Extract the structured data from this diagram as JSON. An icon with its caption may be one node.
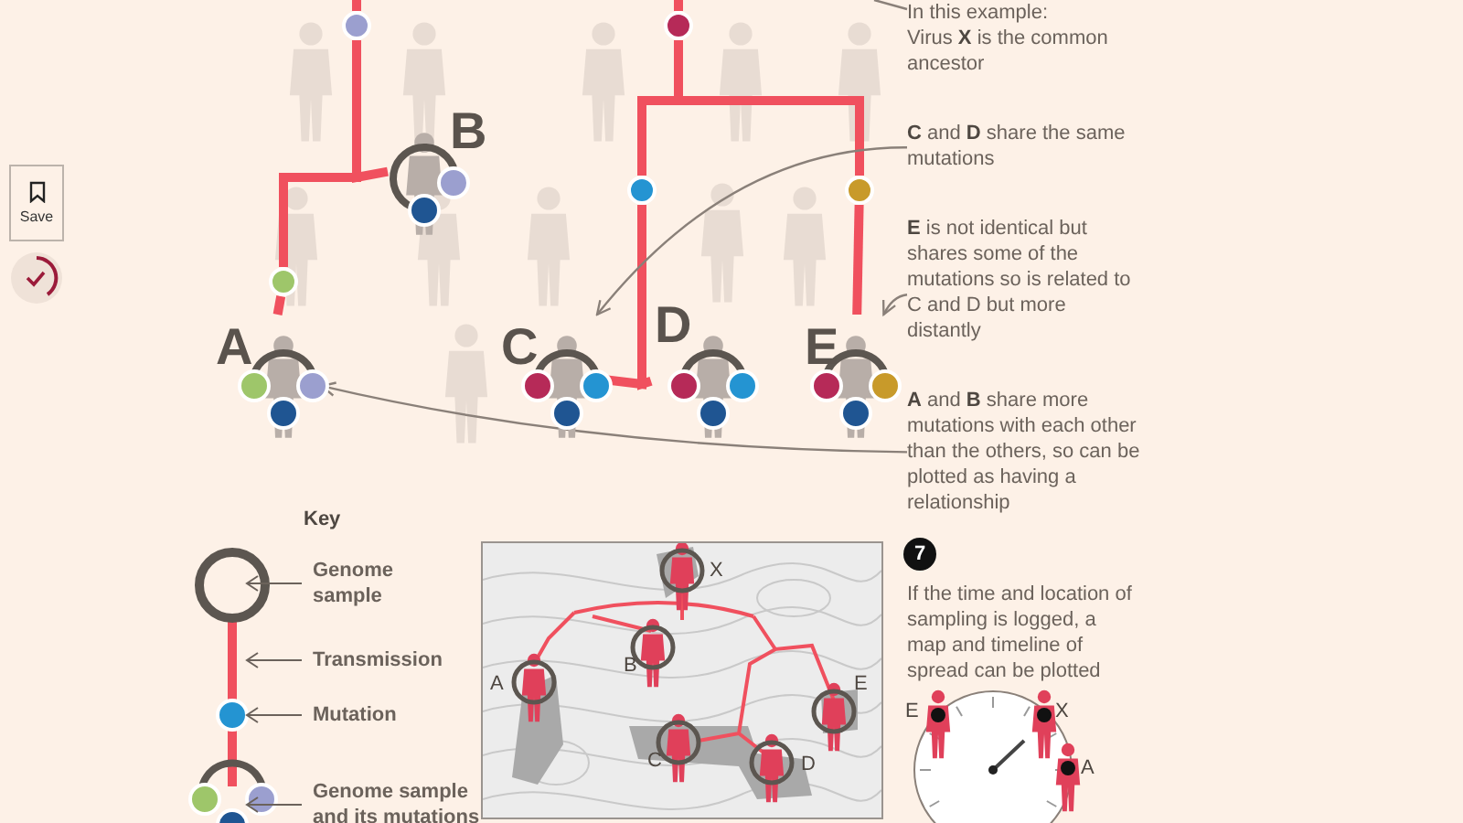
{
  "diagram": {
    "nodes": [
      {
        "text": [
          "A"
        ]
      },
      {
        "text": [
          "B"
        ]
      },
      {
        "text": [
          "C"
        ]
      },
      {
        "text": [
          "D"
        ]
      },
      {
        "text": [
          "E"
        ]
      },
      {
        "text": [],
        "shape": "circle"
      },
      {
        "text": [],
        "shape": "circle"
      },
      {
        "text": [],
        "shape": "circle"
      },
      {
        "text": [],
        "shape": "circle"
      },
      {
        "text": [],
        "shape": "circle"
      },
      {
        "text": [
          "In this example:",
          "Virus **X** is the common ancestor"
        ]
      },
      {
        "text": [
          "**C** and **D** share the same mutations"
        ]
      },
      {
        "text": [
          "**E** is not identical but shares some of the mutations so is related to C and D but more distantly"
        ]
      },
      {
        "text": [
          "**A** and **B** share more mutations with each other than the others, so can be plotted as having a relationship"
        ]
      }
    ],
    "edges": [
      {
        "from": null,
        "to": 5,
        "arrow": "none"
      },
      {
        "from": 5,
        "to": 1,
        "arrow": "none"
      },
      {
        "from": 5,
        "to": 6,
        "arrow": "none"
      },
      {
        "from": 6,
        "to": 0,
        "arrow": "none"
      },
      {
        "from": null,
        "to": 7,
        "arrow": "none"
      },
      {
        "from": 7,
        "to": 8,
        "arrow": "none"
      },
      {
        "from": 7,
        "to": 9,
        "arrow": "none"
      },
      {
        "from": 8,
        "to": 2,
        "arrow": "none"
      },
      {
        "from": 8,
        "to": 3,
        "arrow": "none"
      },
      {
        "from": 9,
        "to": 4,
        "arrow": "none"
      },
      {
        "from": 11,
        "to": 2,
        "arrow": "to",
        "color": "#8a8079"
      },
      {
        "from": 12,
        "to": 4,
        "arrow": "to",
        "color": "#8a8079"
      },
      {
        "from": 13,
        "to": 0,
        "arrow": "to",
        "color": "#8a8079"
      },
      {
        "from": 10,
        "to": null,
        "arrow": "none",
        "color": "#8a8079"
      }
    ],
    "labels": [
      "Save",
      "Key",
      "X",
      "B",
      "A",
      "E",
      "C",
      "D",
      "7",
      "If the time and location of sampling is logged, a map and timeline of spread can be plotted",
      "E",
      "X",
      "A"
    ],
    "legend": [
      {
        "text": "Genome sample"
      },
      {
        "text": "Transmission"
      },
      {
        "text": "Mutation"
      },
      {
        "text": "Genome sample and its mutations"
      }
    ]
  }
}
